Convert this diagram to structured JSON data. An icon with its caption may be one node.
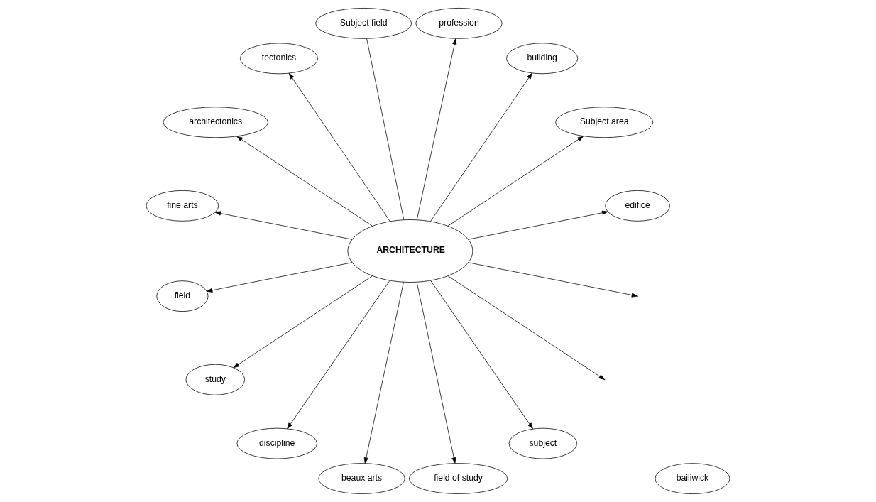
{
  "diagram": {
    "nodes": [
      {
        "text": [
          "edifice"
        ]
      },
      {
        "text": [
          "bailiwick"
        ]
      },
      {
        "text": [
          "Subject area"
        ]
      },
      {
        "text": [
          "building"
        ]
      },
      {
        "text": [
          "profession"
        ]
      },
      {
        "text": [
          "Subject field"
        ]
      },
      {
        "text": [
          "tectonics"
        ]
      },
      {
        "text": [
          "ARCHITECTURE"
        ]
      },
      {
        "text": [
          "architectonics"
        ]
      },
      {
        "text": [
          "fine arts"
        ]
      },
      {
        "text": [
          "field"
        ]
      },
      {
        "text": [
          "study"
        ]
      },
      {
        "text": [
          "discipline"
        ]
      },
      {
        "text": [
          "beaux arts"
        ]
      },
      {
        "text": [
          "field of study"
        ]
      },
      {
        "text": [
          "subject"
        ]
      }
    ],
    "edges": [
      {
        "from": 7,
        "to": 2,
        "arrow": "to"
      },
      {
        "from": 7,
        "to": 0,
        "arrow": "to"
      },
      {
        "from": 7,
        "to": 3,
        "arrow": "to"
      },
      {
        "from": 7,
        "to": null,
        "arrow": "to"
      },
      {
        "from": 7,
        "to": 4,
        "arrow": "to"
      },
      {
        "from": 7,
        "to": 6,
        "arrow": "to"
      },
      {
        "from": 7,
        "to": 8,
        "arrow": "to"
      },
      {
        "from": 7,
        "to": 12,
        "arrow": "to"
      },
      {
        "from": 7,
        "to": 10,
        "arrow": "to"
      },
      {
        "from": 7,
        "to": 14,
        "arrow": "to"
      },
      {
        "from": 7,
        "to": 13,
        "arrow": "to"
      },
      {
        "from": 7,
        "to": 15,
        "arrow": "to"
      },
      {
        "from": 7,
        "to": 11,
        "arrow": "to"
      },
      {
        "from": 7,
        "to": 9,
        "arrow": "to"
      },
      {
        "from": 7,
        "to": null,
        "arrow": "to"
      },
      {
        "from": 7,
        "to": 5,
        "arrow": "none"
      }
    ]
  }
}
